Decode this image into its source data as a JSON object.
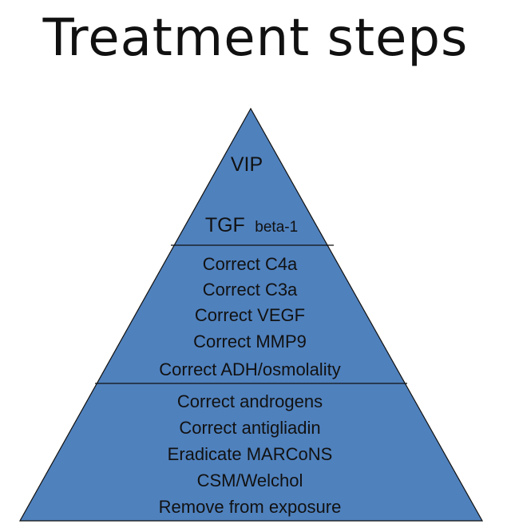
{
  "title": "Treatment steps",
  "colors": {
    "fill": "#4f81bd",
    "stroke": "#111111",
    "text": "#111111"
  },
  "pyramid": {
    "tiers": [
      {
        "name": "top",
        "lines": [
          {
            "text": "VIP"
          },
          {
            "text": "TGF",
            "suffix": "beta-1"
          }
        ]
      },
      {
        "name": "middle",
        "lines": [
          {
            "text": "Correct C4a"
          },
          {
            "text": "Correct C3a"
          },
          {
            "text": "Correct VEGF"
          },
          {
            "text": "Correct MMP9"
          },
          {
            "text": "Correct ADH/osmolality"
          }
        ]
      },
      {
        "name": "bottom",
        "lines": [
          {
            "text": "Correct androgens"
          },
          {
            "text": "Correct antigliadin"
          },
          {
            "text": "Eradicate MARCoNS"
          },
          {
            "text": "CSM/Welchol"
          },
          {
            "text": "Remove from exposure"
          }
        ]
      }
    ]
  }
}
